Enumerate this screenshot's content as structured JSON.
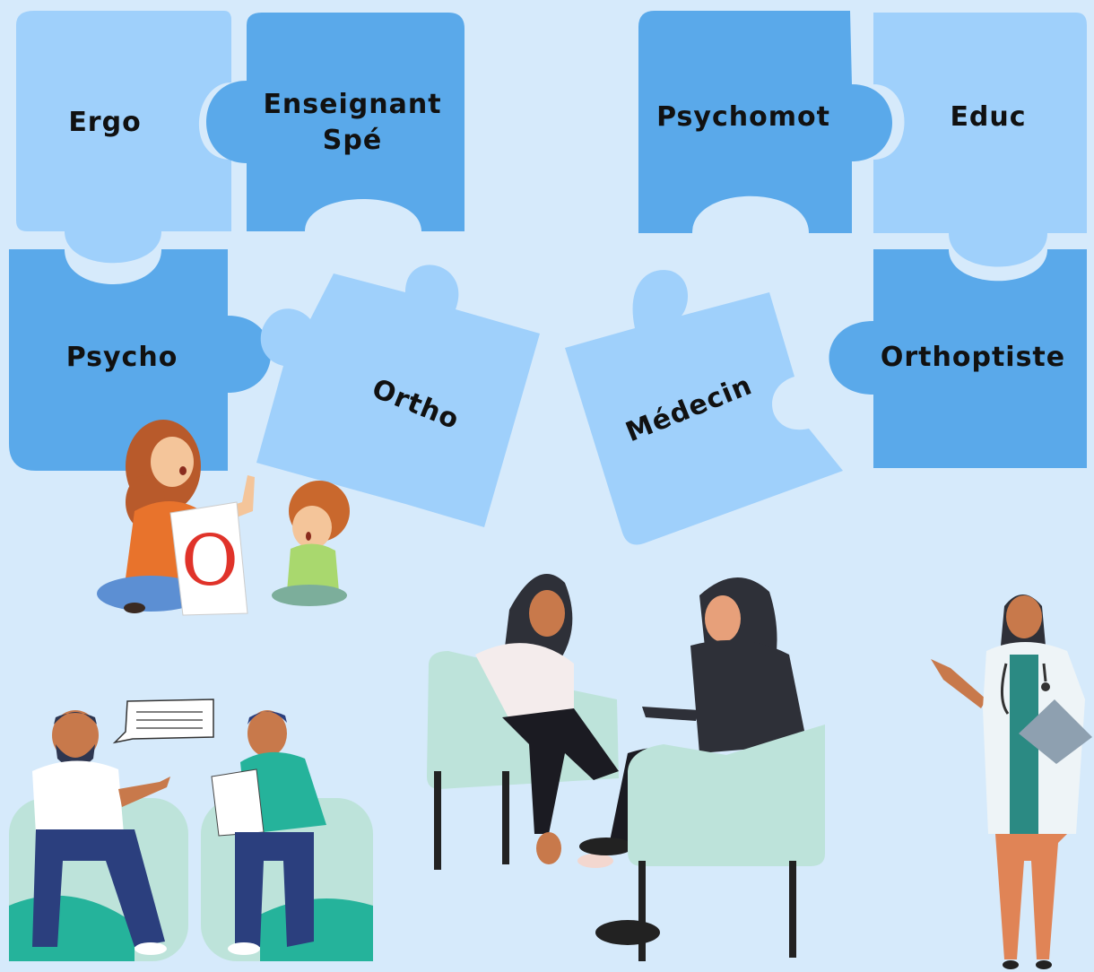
{
  "colors": {
    "background": "#d6eafb",
    "piece_light": "#9fd0fb",
    "piece_dark": "#5aa9ea",
    "text": "#111111",
    "chair": "#bde3da",
    "navy": "#2b3f7e"
  },
  "puzzle": {
    "ergo": "Ergo",
    "enseignant_line1": "Enseignant",
    "enseignant_line2": "Spé",
    "psychomot": "Psychomot",
    "educ": "Educ",
    "psycho": "Psycho",
    "ortho": "Ortho",
    "medecin": "Médecin",
    "orthoptiste": "Orthoptiste"
  },
  "illustrations": {
    "letter_card": "O",
    "card_icon": "letter-card-icon",
    "speech_icon": "speech-bubble-icon",
    "stethoscope_icon": "stethoscope-icon",
    "clipboard_icon": "clipboard-icon"
  }
}
